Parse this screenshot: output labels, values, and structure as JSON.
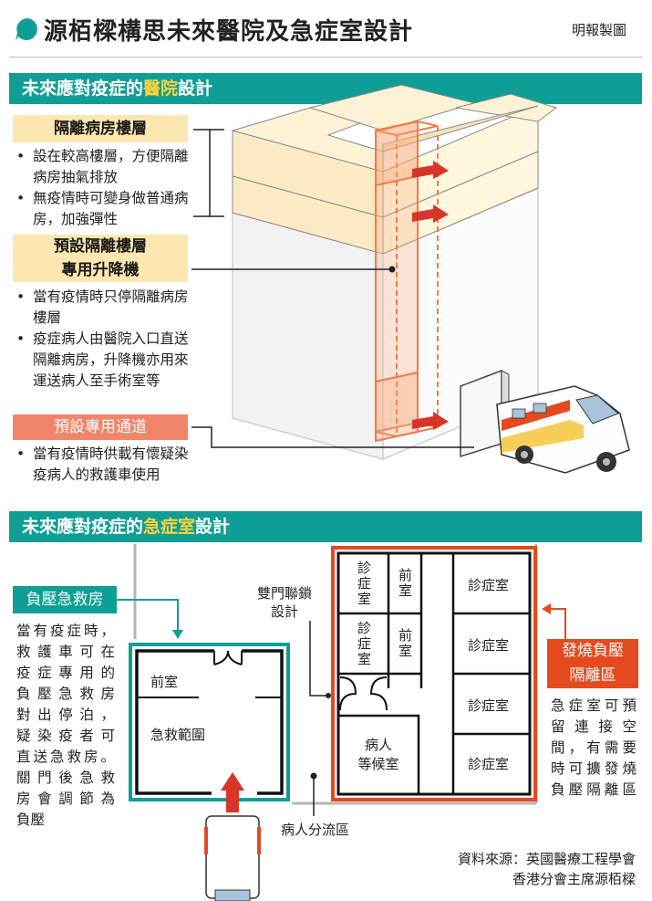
{
  "header": {
    "title": "源栢樑構思未來醫院及急症室設計",
    "credit": "明報製圖"
  },
  "section1": {
    "title_plain": "未來應對疫症的",
    "title_highlight": "醫院",
    "title_suffix": "設計",
    "items": [
      {
        "tag": "隔離病房樓層",
        "bullets": [
          "設在較高樓層，方便隔離病房抽氣排放",
          "無疫情時可變身做普通病房，加強彈性"
        ]
      },
      {
        "tag_line1": "預設隔離樓層",
        "tag_line2": "專用升降機",
        "bullets": [
          "當有疫情時只停隔離病房樓層",
          "疫症病人由醫院入口直送隔離病房，升降機亦用來運送病人至手術室等"
        ]
      },
      {
        "tag": "預設專用通道",
        "bullets": [
          "當有疫情時供載有懷疑染疫病人的救護車使用"
        ]
      }
    ]
  },
  "section2": {
    "title_plain": "未來應對疫症的",
    "title_highlight": "急症室",
    "title_suffix": "設計",
    "left_tag": "負壓急救房",
    "left_text": [
      "當有疫症時，",
      "救護車可在",
      "疫症專用的",
      "負壓急救房",
      "對出停泊，",
      "疑染疫者可",
      "直送急救房。",
      "關門後急救",
      "房會調節為",
      "負壓"
    ],
    "rooms": {
      "anteroom": "前室",
      "resus_area": "急救範圍",
      "consult_v": "診症室",
      "front_v": "前室",
      "consult": "診症室",
      "waiting_1": "病人",
      "waiting_2": "等候室"
    },
    "interlock_label": [
      "雙門聯鎖",
      "設計"
    ],
    "triage_label": "病人分流區",
    "right_tag": [
      "發燒負壓",
      "隔離區"
    ],
    "right_text": [
      "急症室可預",
      "留連接空",
      "間，有需要",
      "時可擴發燒",
      "負壓隔離區"
    ]
  },
  "source": [
    "資料來源：英國醫療工程學會",
    "香港分會主席源栢樑"
  ],
  "colors": {
    "teal": "#0f9e96",
    "orange_red": "#e34a1f",
    "highlight": "#ffd23a",
    "tag_bg": "#fde7b0"
  }
}
